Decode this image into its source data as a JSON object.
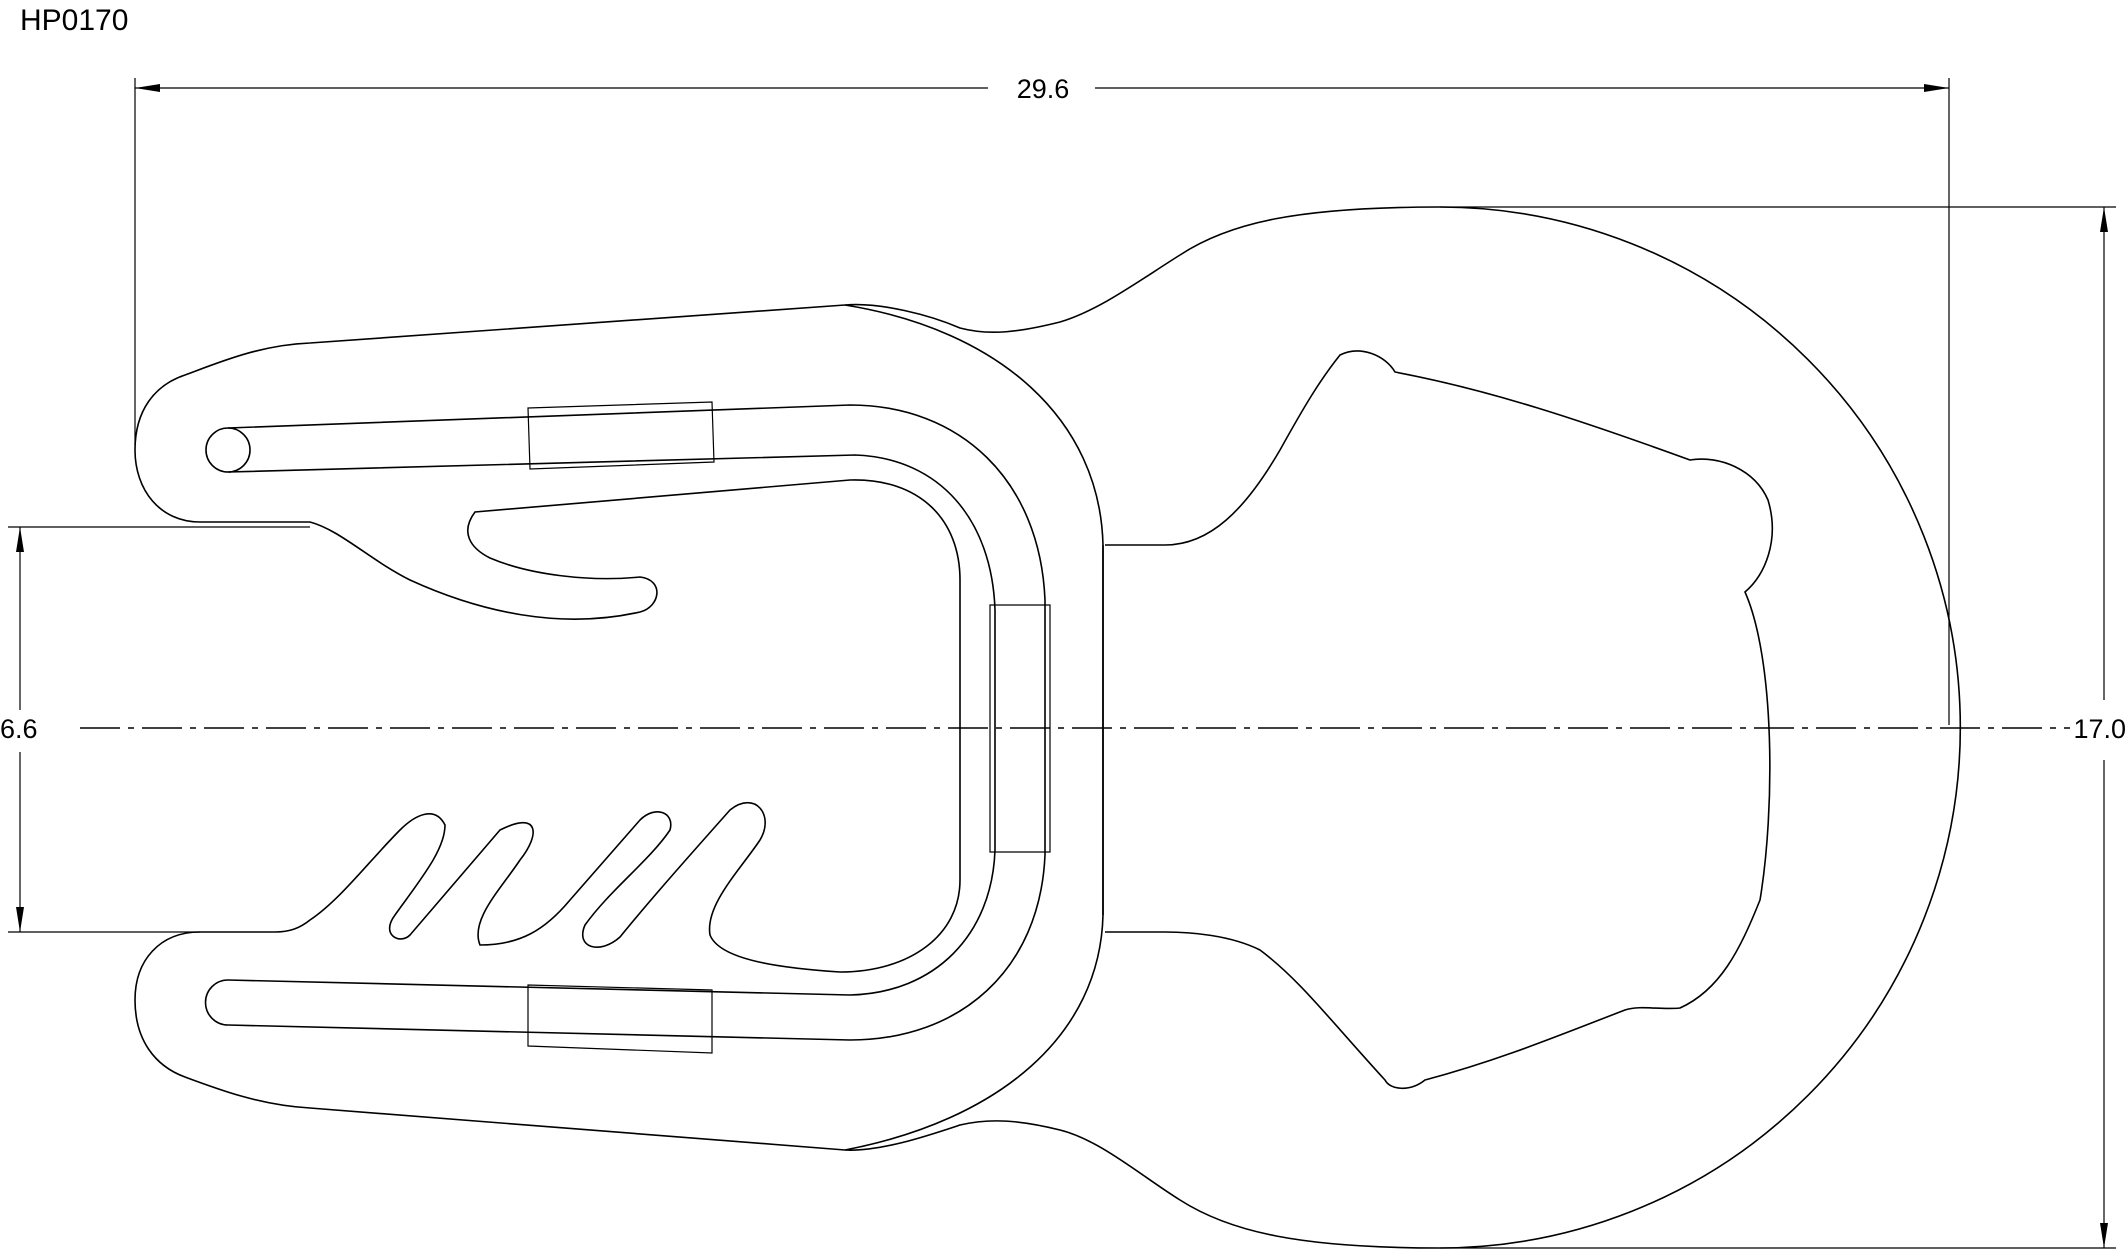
{
  "part_number": "HP0170",
  "dimensions": {
    "overall_length": "29.6",
    "overall_height": "17.0",
    "slot_height": "6.6"
  }
}
